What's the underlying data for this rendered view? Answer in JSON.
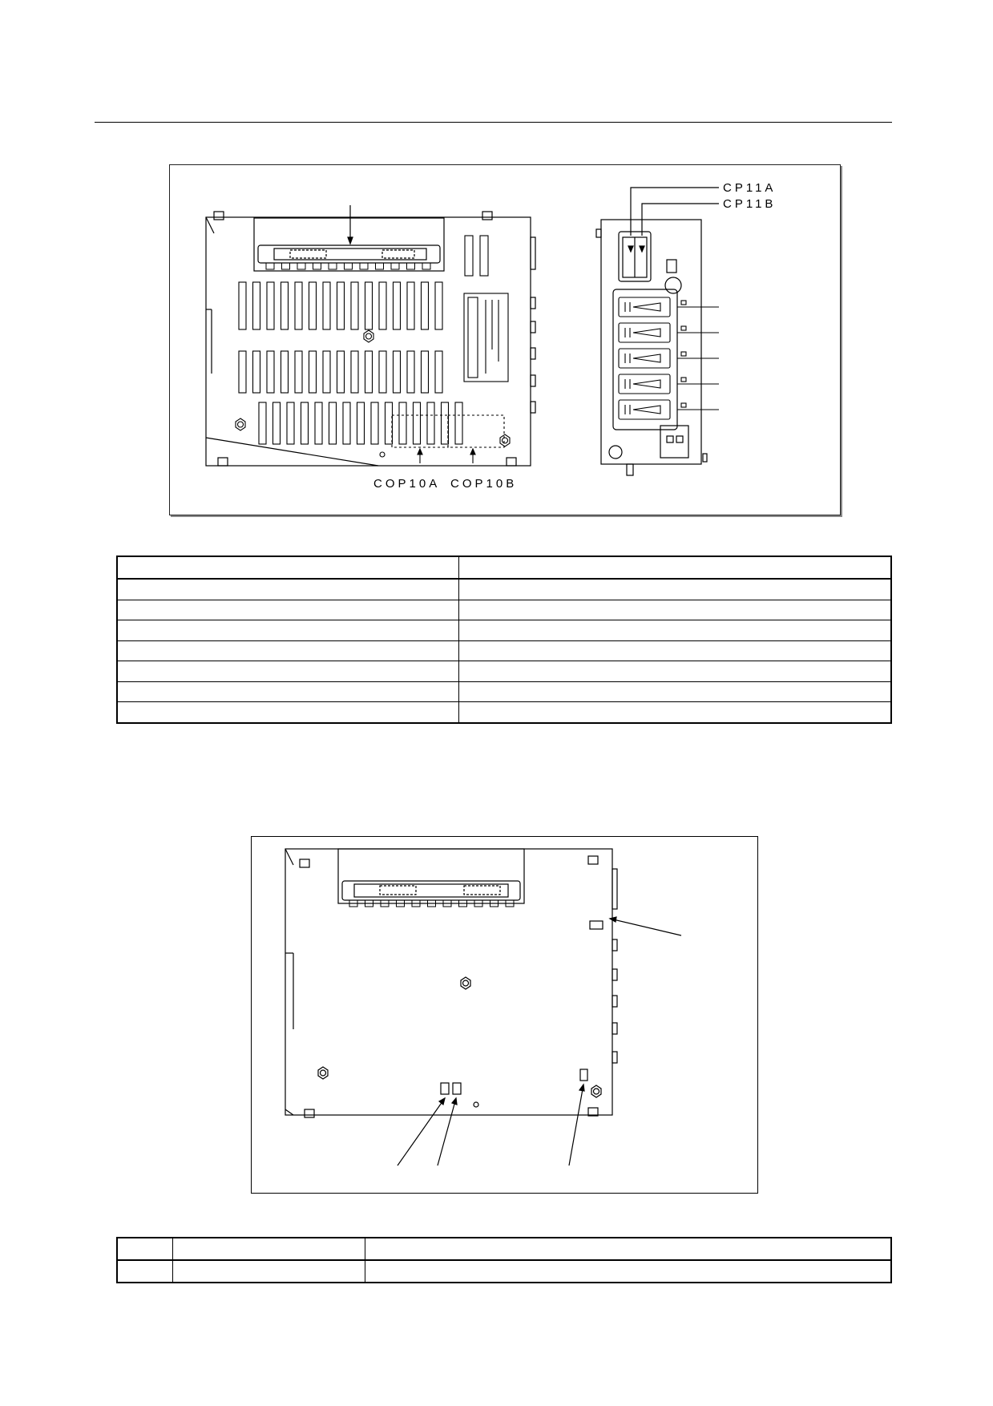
{
  "figure1": {
    "labels": {
      "cp11a": "CP11A",
      "cp11b": "CP11B",
      "cop10a": "COP10A",
      "cop10b": "COP10B"
    }
  },
  "table1": {
    "rows": [
      [
        "",
        ""
      ],
      [
        "",
        ""
      ],
      [
        "",
        ""
      ],
      [
        "",
        ""
      ],
      [
        "",
        ""
      ],
      [
        "",
        ""
      ],
      [
        "",
        ""
      ],
      [
        "",
        ""
      ]
    ]
  },
  "table2": {
    "rows": [
      [
        "",
        "",
        ""
      ],
      [
        "",
        "",
        ""
      ]
    ]
  }
}
